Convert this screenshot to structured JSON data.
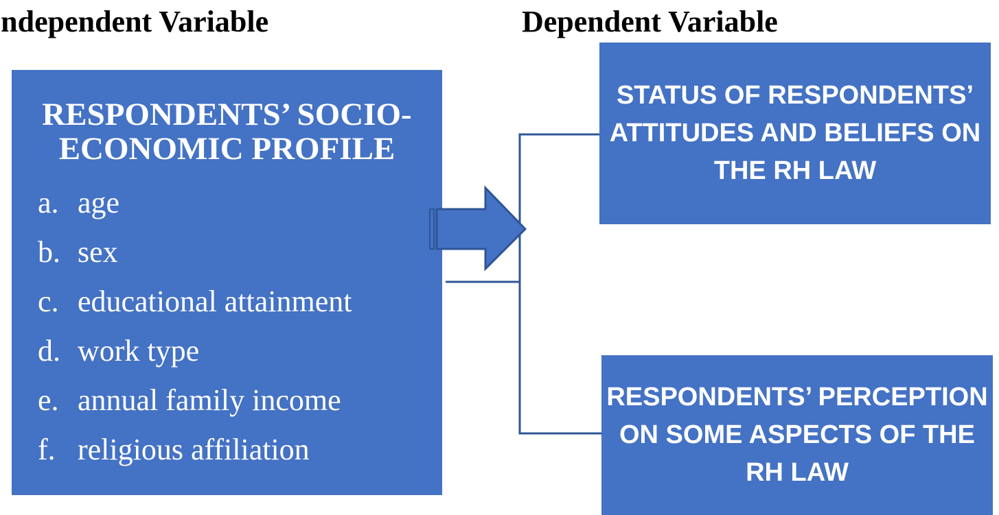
{
  "headings": {
    "left": "Independent Variable",
    "right": "Dependent Variable"
  },
  "independent": {
    "title": "RESPONDENTS’ SOCIO-ECONOMIC PROFILE",
    "items": [
      {
        "marker": "a.",
        "label": "age"
      },
      {
        "marker": "b.",
        "label": "sex"
      },
      {
        "marker": "c.",
        "label": "educational attainment"
      },
      {
        "marker": "d.",
        "label": "work type"
      },
      {
        "marker": "e.",
        "label": "annual family income"
      },
      {
        "marker": "f.",
        "label": "religious affiliation"
      }
    ]
  },
  "dependent": [
    {
      "label": "STATUS OF RESPONDENTS’ ATTITUDES AND BELIEFS ON THE RH LAW"
    },
    {
      "label": "RESPONDENTS’ PERCEPTION ON SOME ASPECTS OF THE RH LAW"
    }
  ],
  "colors": {
    "box_fill": "#4472C4",
    "connector": "#2F5597",
    "text_on_box": "#FFFFFF"
  }
}
